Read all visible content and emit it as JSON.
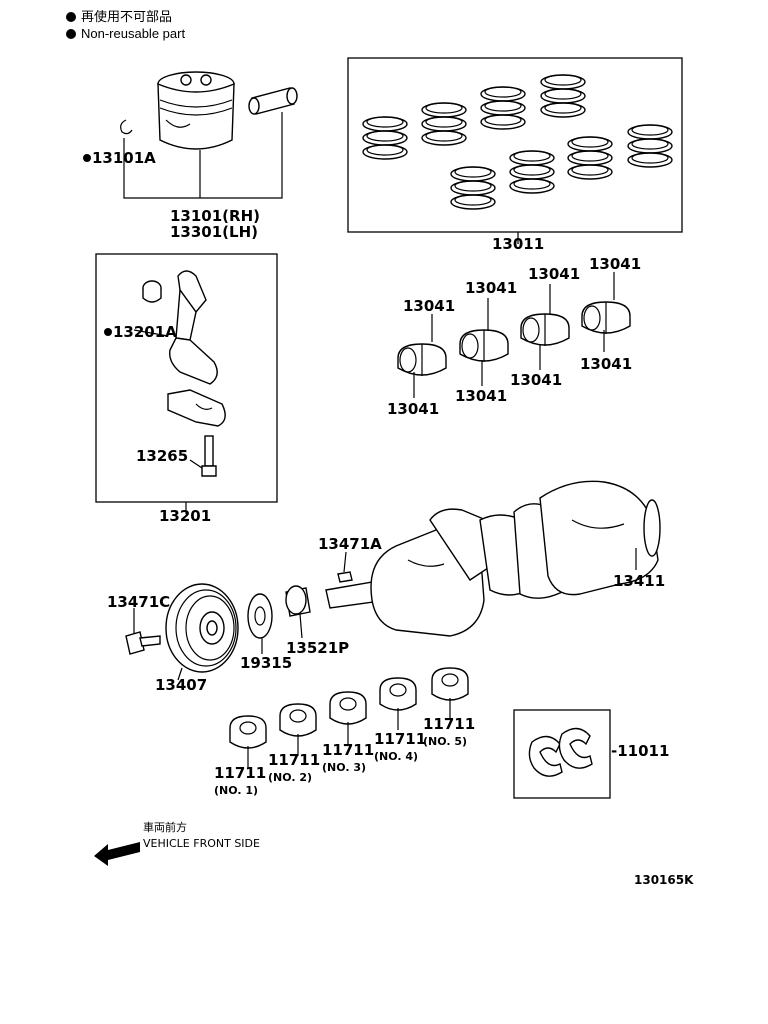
{
  "legend": {
    "jp": "再使用不可部品",
    "en": "Non-reusable part"
  },
  "labels": {
    "p13101a": "13101A",
    "p13101": "13101(RH)",
    "p13301": "13301(LH)",
    "p13011": "13011",
    "p13201a": "13201A",
    "p13265": "13265",
    "p13201": "13201",
    "p13041": "13041",
    "p13471a": "13471A",
    "p13411": "13411",
    "p13471c": "13471C",
    "p19315": "19315",
    "p13521p": "13521P",
    "p13407": "13407",
    "p11711": "11711",
    "p11011": "-11011"
  },
  "bearing_nos": [
    "(NO. 1)",
    "(NO. 2)",
    "(NO. 3)",
    "(NO. 4)",
    "(NO. 5)"
  ],
  "front_note": {
    "jp": "車両前方",
    "en": "VEHICLE FRONT SIDE"
  },
  "diagram_code": "130165K"
}
